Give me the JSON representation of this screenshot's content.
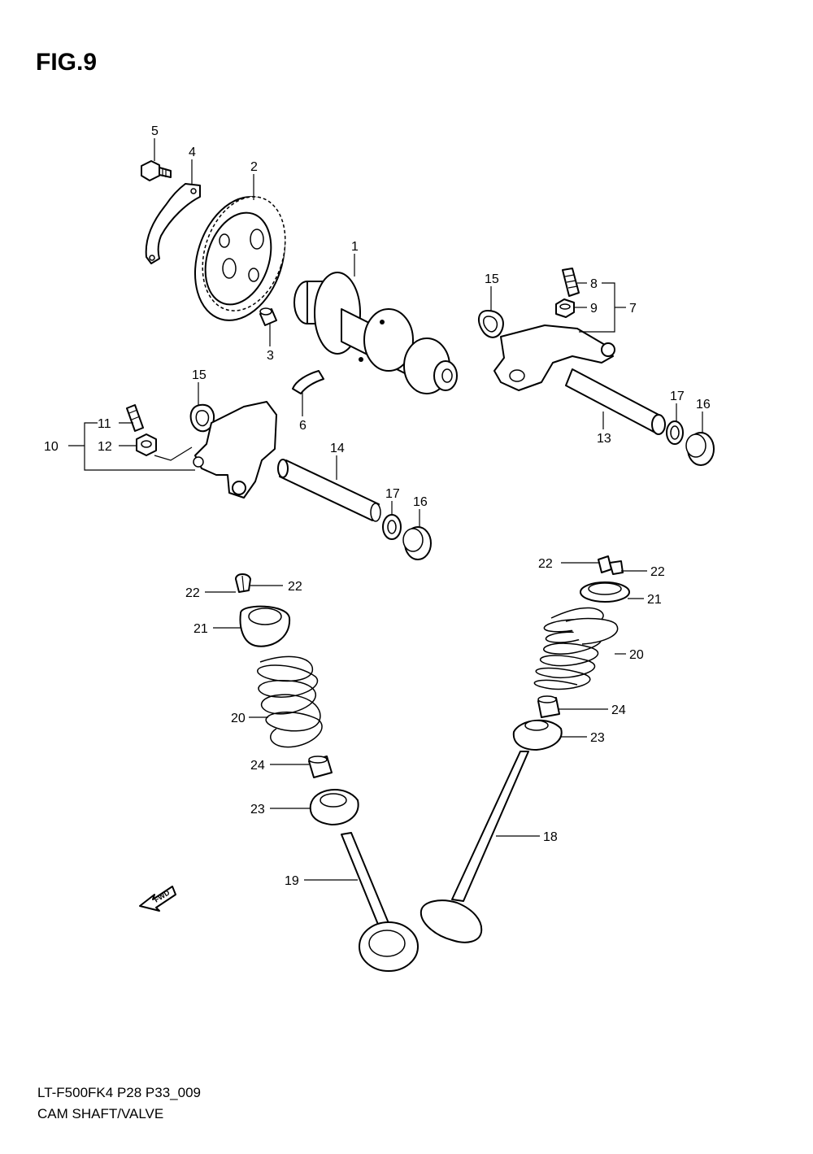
{
  "figure": {
    "title": "FIG.9"
  },
  "footer": {
    "model_code": "LT-F500FK4 P28 P33_009",
    "section_title": "CAM SHAFT/VALVE"
  },
  "fwd_arrow": {
    "label": "FWD",
    "icon": "fwd-arrow-icon"
  },
  "callouts": [
    "1",
    "2",
    "3",
    "4",
    "5",
    "6",
    "7",
    "8",
    "9",
    "10",
    "11",
    "12",
    "13",
    "14",
    "15",
    "15",
    "16",
    "16",
    "17",
    "17",
    "18",
    "19",
    "20",
    "20",
    "21",
    "21",
    "22",
    "22",
    "22",
    "22",
    "23",
    "23",
    "24",
    "24"
  ]
}
